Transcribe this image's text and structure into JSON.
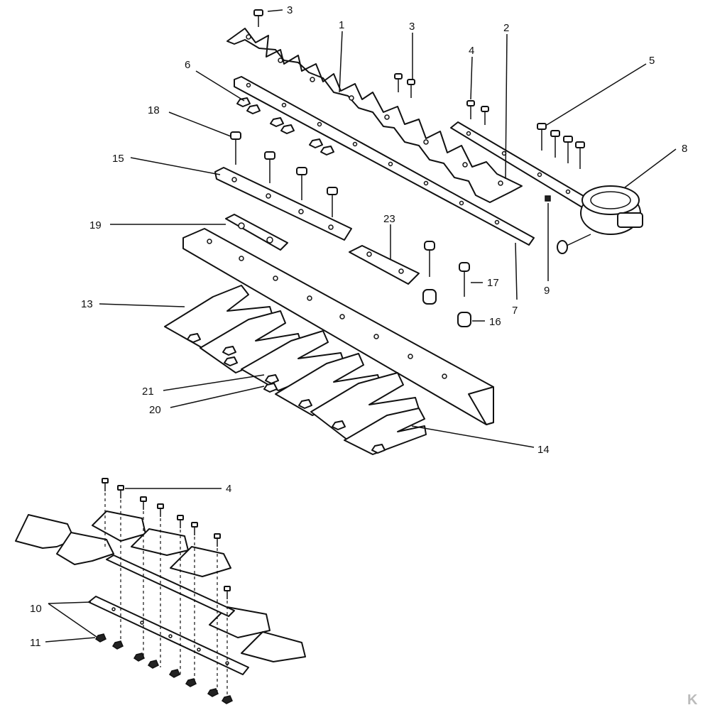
{
  "callouts": {
    "c1": "1",
    "c2": "2",
    "c3a": "3",
    "c3b": "3",
    "c4a": "4",
    "c4b": "4",
    "c5": "5",
    "c6": "6",
    "c7": "7",
    "c8": "8",
    "c9": "9",
    "c10": "10",
    "c11": "11",
    "c13": "13",
    "c14": "14",
    "c15": "15",
    "c16": "16",
    "c17": "17",
    "c18": "18",
    "c19": "19",
    "c20": "20",
    "c21": "21",
    "c23": "23"
  },
  "watermark": "K",
  "colors": {
    "ink": "#111111",
    "paper": "#ffffff"
  }
}
